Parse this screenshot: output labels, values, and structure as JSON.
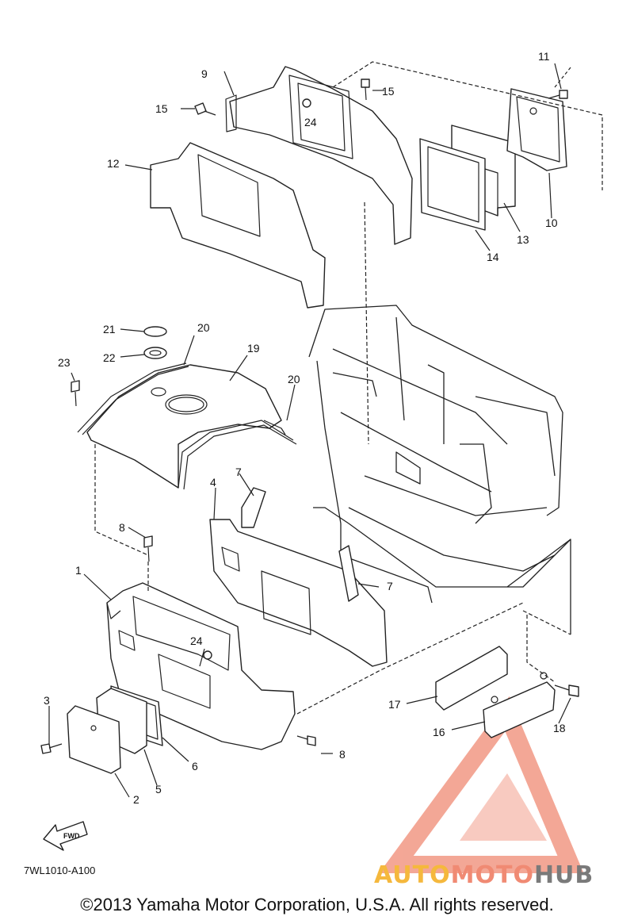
{
  "diagram": {
    "callouts": [
      {
        "id": "c1",
        "text": "1"
      },
      {
        "id": "c2",
        "text": "2"
      },
      {
        "id": "c3",
        "text": "3"
      },
      {
        "id": "c4",
        "text": "4"
      },
      {
        "id": "c5",
        "text": "5"
      },
      {
        "id": "c6",
        "text": "6"
      },
      {
        "id": "c7a",
        "text": "7"
      },
      {
        "id": "c7b",
        "text": "7"
      },
      {
        "id": "c8a",
        "text": "8"
      },
      {
        "id": "c8b",
        "text": "8"
      },
      {
        "id": "c9",
        "text": "9"
      },
      {
        "id": "c10",
        "text": "10"
      },
      {
        "id": "c11",
        "text": "11"
      },
      {
        "id": "c12",
        "text": "12"
      },
      {
        "id": "c13",
        "text": "13"
      },
      {
        "id": "c14",
        "text": "14"
      },
      {
        "id": "c15a",
        "text": "15"
      },
      {
        "id": "c15b",
        "text": "15"
      },
      {
        "id": "c16",
        "text": "16"
      },
      {
        "id": "c17",
        "text": "17"
      },
      {
        "id": "c18",
        "text": "18"
      },
      {
        "id": "c19",
        "text": "19"
      },
      {
        "id": "c20a",
        "text": "20"
      },
      {
        "id": "c20b",
        "text": "20"
      },
      {
        "id": "c21",
        "text": "21"
      },
      {
        "id": "c22",
        "text": "22"
      },
      {
        "id": "c23",
        "text": "23"
      },
      {
        "id": "c24a",
        "text": "24"
      },
      {
        "id": "c24b",
        "text": "24"
      }
    ],
    "fwd_label": "FWD",
    "diagram_code": "7WL1010-A100",
    "copyright": "©2013 Yamaha Motor Corporation, U.S.A. All rights reserved."
  },
  "watermark": {
    "part1": "AUTO",
    "part2": "MOTO",
    "part3": "HUB",
    "colors": {
      "auto": "#f5b83d",
      "moto": "#f08a73",
      "hub": "#7a7a7a",
      "triangle": "#f08a73"
    }
  }
}
